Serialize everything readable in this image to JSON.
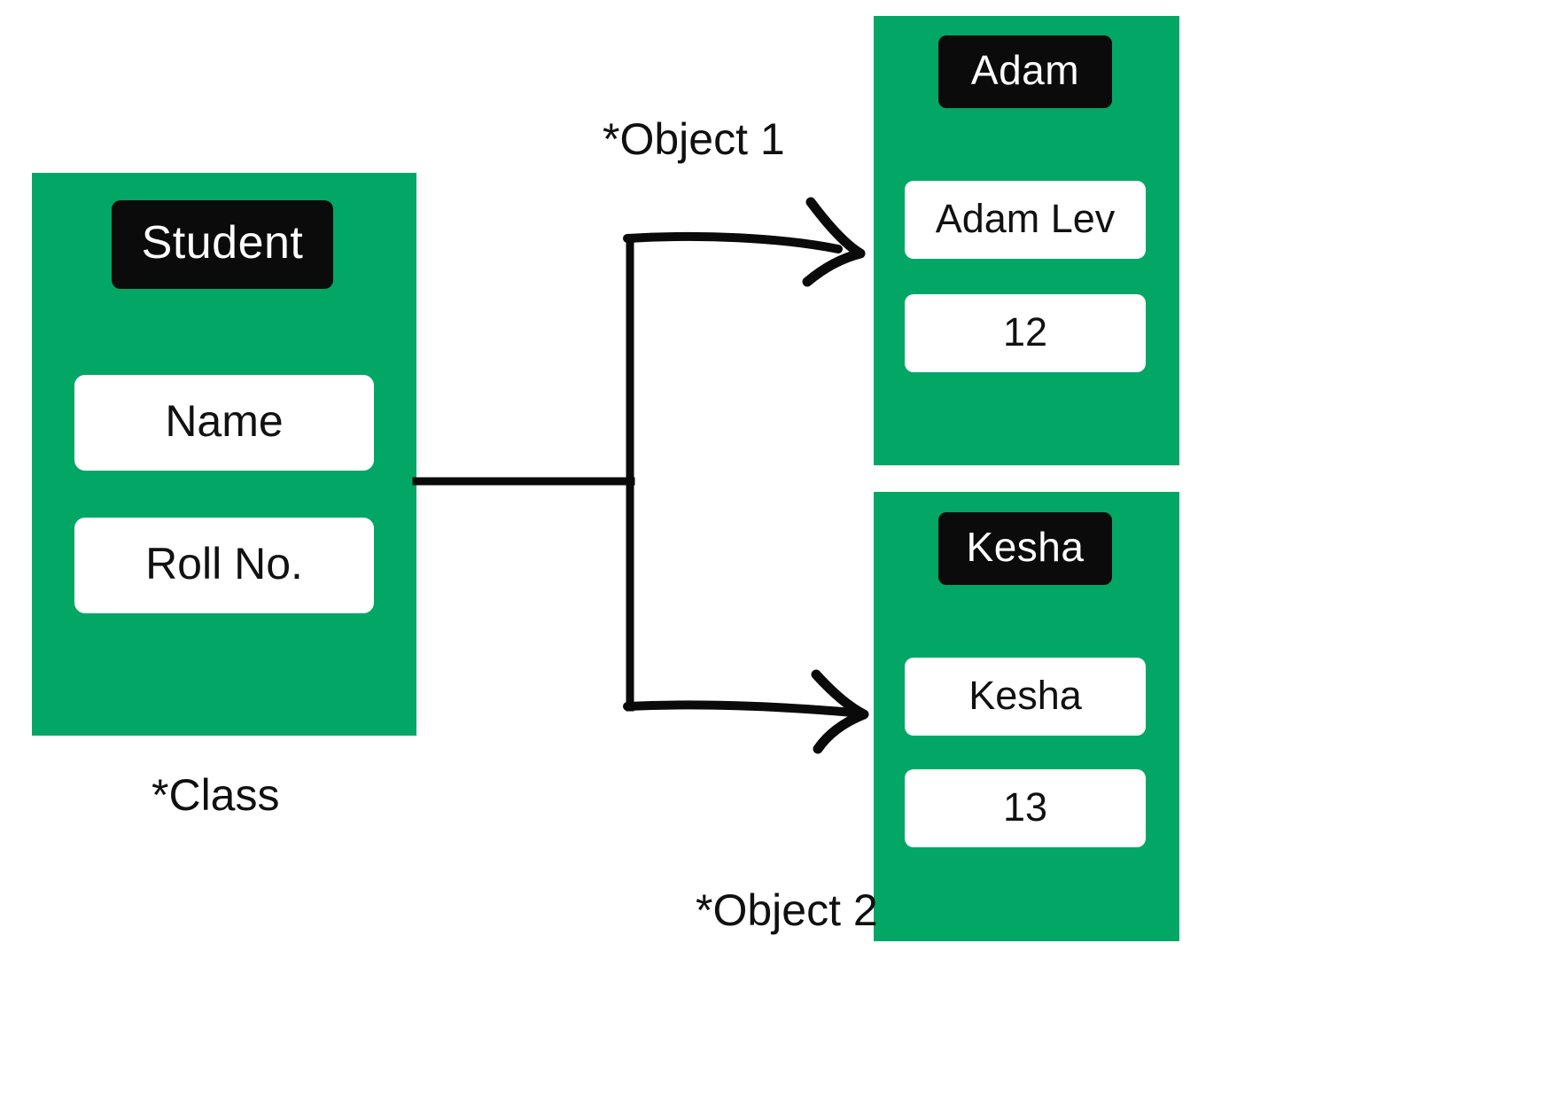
{
  "theme": {
    "green": "#02A765",
    "pill_bg": "#0B0B0B",
    "pill_text": "#FFFFFF",
    "field_bg": "#FFFFFF",
    "field_text": "#111111",
    "line": "#0A0A0A",
    "background": "#FFFFFF"
  },
  "diagram": {
    "type": "class-object-relationship",
    "class_box": {
      "title": "Student",
      "caption": "*Class",
      "fields": [
        {
          "label": "Name"
        },
        {
          "label": "Roll No."
        }
      ]
    },
    "objects": [
      {
        "title": "Adam",
        "caption": "*Object 1",
        "fields": [
          {
            "value": "Adam Lev"
          },
          {
            "value": "12"
          }
        ]
      },
      {
        "title": "Kesha",
        "caption": "*Object 2",
        "fields": [
          {
            "value": "Kesha"
          },
          {
            "value": "13"
          }
        ]
      }
    ]
  }
}
